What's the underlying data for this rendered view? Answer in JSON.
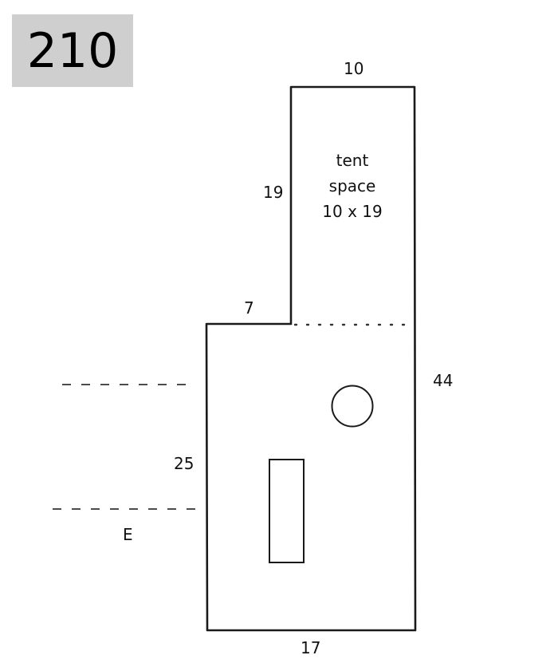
{
  "site": {
    "number": "210"
  },
  "dimensions": {
    "tent_top": "10",
    "tent_side": "19",
    "step": "7",
    "right_side": "44",
    "left_side": "25",
    "bottom": "17"
  },
  "tent_space": {
    "line1": "tent",
    "line2": "space",
    "line3": "10 x 19"
  },
  "entrance": {
    "label": "E"
  }
}
